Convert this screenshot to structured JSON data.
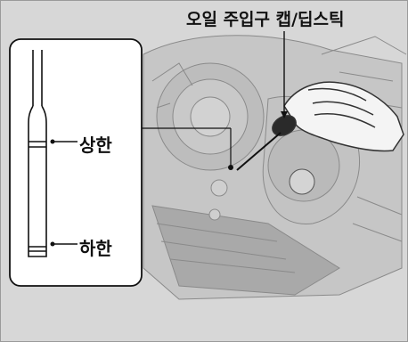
{
  "diagram": {
    "callout_title": "오일 주입구 캡/딥스틱",
    "upper_limit_label": "상한",
    "lower_limit_label": "하한"
  },
  "colors": {
    "background": "#d7d7d7",
    "inset_fill": "#ffffff",
    "line": "#111111",
    "engine_shade": "#b9b9b9"
  },
  "icons": {
    "hand": "hand-icon",
    "dipstick": "dipstick-icon"
  }
}
